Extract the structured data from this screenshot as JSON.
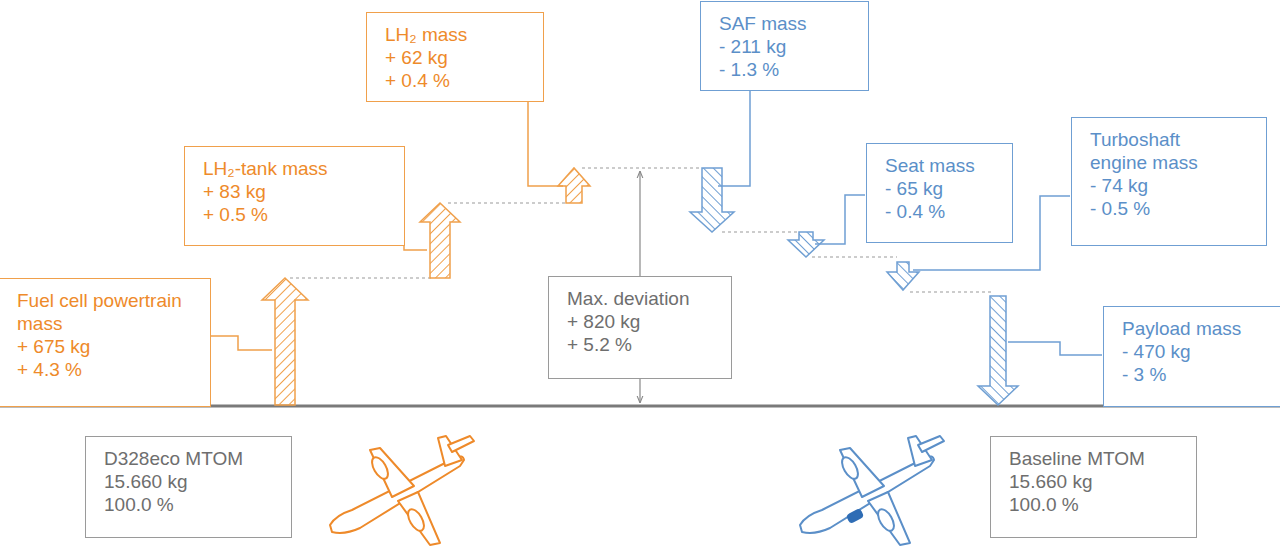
{
  "diagram": {
    "nodes": [
      {
        "text": [
          "Fuel cell powertrain mass",
          "+ 675 kg",
          "+ 4.3 %"
        ]
      },
      {
        "text": [
          "LH₂-tank mass",
          "+ 83 kg",
          "+ 0.5 %"
        ]
      },
      {
        "text": [
          "LH₂ mass",
          "+ 62 kg",
          "+ 0.4 %"
        ]
      },
      {
        "text": [
          "Max. deviation",
          "+ 820 kg",
          "+ 5.2 %"
        ]
      },
      {
        "text": [
          "SAF mass",
          "- 211 kg",
          "- 1.3 %"
        ]
      },
      {
        "text": [
          "Seat mass",
          "- 65 kg",
          "- 0.4 %"
        ]
      },
      {
        "text": [
          "Turboshaft engine mass",
          "- 74 kg",
          "- 0.5 %"
        ]
      },
      {
        "text": [
          "Payload mass",
          "- 470 kg",
          "- 3 %"
        ]
      },
      {
        "text": [
          "D328eco MTOM",
          "15.660 kg",
          "100.0 %"
        ]
      },
      {
        "text": [
          "Baseline MTOM",
          "15.660 kg",
          "100.0 %"
        ]
      }
    ]
  }
}
